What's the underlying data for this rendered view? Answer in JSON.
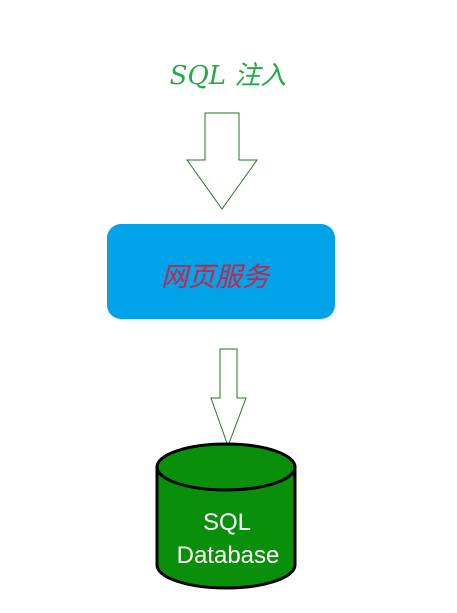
{
  "diagram": {
    "title": "SQL 注入",
    "service_label": "网页服务",
    "database_label_line1": "SQL",
    "database_label_line2": "Database"
  },
  "colors": {
    "title_text": "#22aa44",
    "arrow_stroke": "#1f7a1f",
    "arrow_fill": "#ffffff",
    "service_box_fill": "#00a2e8",
    "service_text": "#cc2244",
    "database_fill": "#0a8f0a",
    "database_stroke": "#000000",
    "database_text": "#ffffff"
  }
}
